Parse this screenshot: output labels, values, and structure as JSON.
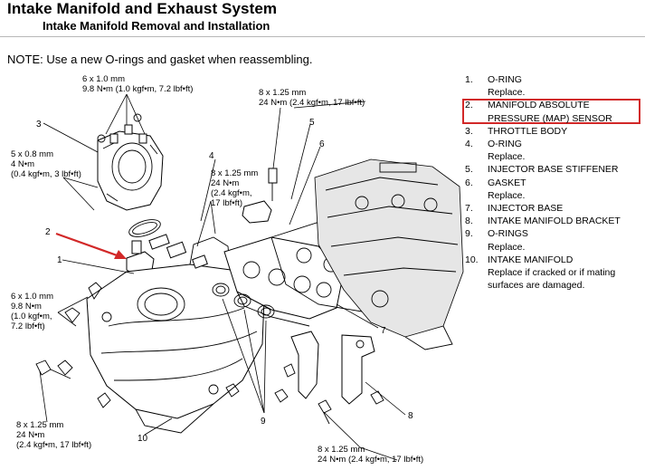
{
  "header": {
    "title": "Intake Manifold and Exhaust System",
    "subtitle": "Intake Manifold Removal and Installation"
  },
  "note": "NOTE: Use a new O-rings and gasket when reassembling.",
  "parts": [
    {
      "num": "1.",
      "name": "O-RING",
      "sub": "Replace."
    },
    {
      "num": "2.",
      "name": "MANIFOLD ABSOLUTE PRESSURE (MAP) SENSOR",
      "sub": ""
    },
    {
      "num": "3.",
      "name": "THROTTLE BODY",
      "sub": ""
    },
    {
      "num": "4.",
      "name": "O-RING",
      "sub": "Replace."
    },
    {
      "num": "5.",
      "name": "INJECTOR BASE STIFFENER",
      "sub": ""
    },
    {
      "num": "6.",
      "name": "GASKET",
      "sub": "Replace."
    },
    {
      "num": "7.",
      "name": "INJECTOR BASE",
      "sub": ""
    },
    {
      "num": "8.",
      "name": "INTAKE MANIFOLD BRACKET",
      "sub": ""
    },
    {
      "num": "9.",
      "name": "O-RINGS",
      "sub": "Replace."
    },
    {
      "num": "10.",
      "name": "INTAKE MANIFOLD",
      "sub": "Replace if cracked or if mating surfaces are damaged."
    }
  ],
  "highlight_color": "#d22828",
  "specs": {
    "throttle": [
      "6 x 1.0 mm",
      "9.8 N•m (1.0 kgf•m, 7.2 lbf•ft)"
    ],
    "map_sensor": [
      "5 x 0.8 mm",
      "4 N•m",
      "(0.4 kgf•m, 3 lbf•ft)"
    ],
    "stiffener_top": [
      "8 x 1.25 mm",
      "24 N•m (2.4 kgf•m, 17 lbf•ft)"
    ],
    "injector_mid": [
      "8 x 1.25 mm",
      "24 N•m",
      "(2.4 kgf•m,",
      "17 lbf•ft)"
    ],
    "left_mid": [
      "6 x 1.0 mm",
      "9.8 N•m",
      "(1.0 kgf•m,",
      "7.2 lbf•ft)"
    ],
    "bottom_left": [
      "8 x 1.25 mm",
      "24 N•m",
      "(2.4 kgf•m, 17 lbf•ft)"
    ],
    "bottom_right": [
      "8 x 1.25 mm",
      "24 N•m (2.4 kgf•m, 17 lbf•ft)"
    ]
  },
  "callouts": {
    "c1": "1",
    "c2": "2",
    "c3": "3",
    "c4": "4",
    "c5": "5",
    "c6": "6",
    "c7": "7",
    "c8": "8",
    "c9": "9",
    "c10": "10"
  },
  "arrow_color": "#d22828"
}
